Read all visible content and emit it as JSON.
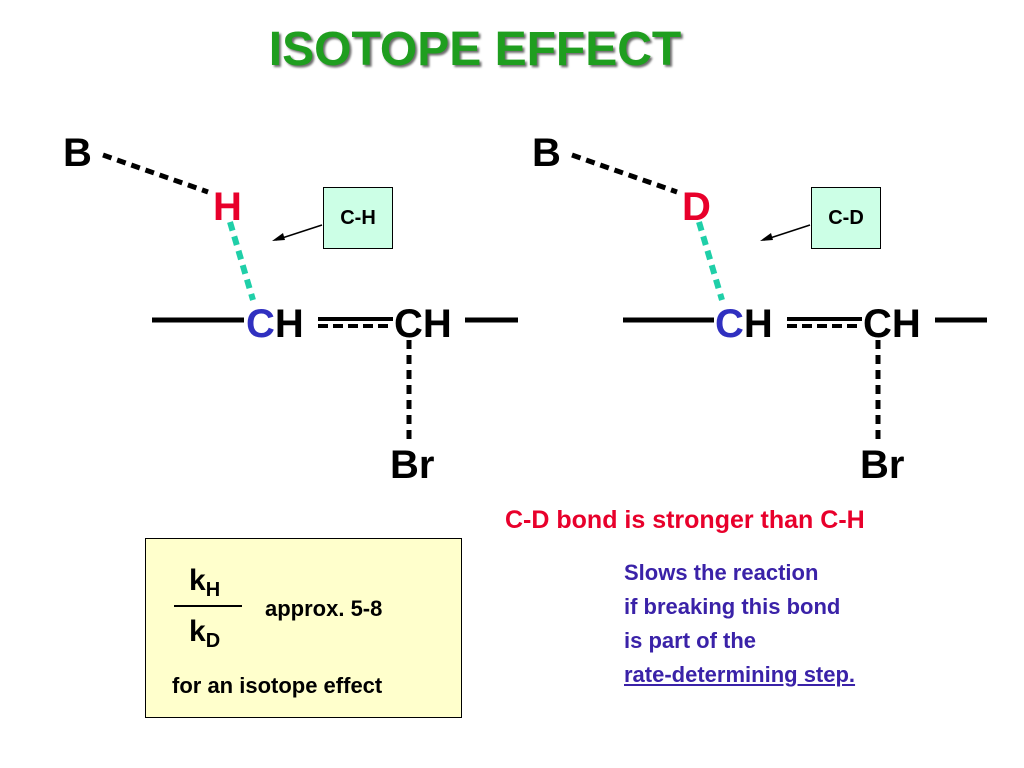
{
  "title": "ISOTOPE EFFECT",
  "left_structure": {
    "base": "B",
    "isotope": "H",
    "bond_tag": "C-H",
    "chain_c": "C",
    "chain_h": "H",
    "chain_ch2": "CH",
    "leaving_group": "Br"
  },
  "right_structure": {
    "base": "B",
    "isotope": "D",
    "bond_tag": "C-D",
    "chain_c": "C",
    "chain_h": "H",
    "chain_ch2": "CH",
    "leaving_group": "Br"
  },
  "stronger_statement": "C-D bond is stronger than C-H",
  "explanation": {
    "line1": "Slows the reaction",
    "line2": "if breaking this bond",
    "line3": "is part of the",
    "line4": "rate-determining step."
  },
  "ratio_box": {
    "numerator": "k",
    "numerator_sub": "H",
    "denominator": "k",
    "denominator_sub": "D",
    "approx": "approx.  5-8",
    "caption": "for an isotope effect"
  },
  "colors": {
    "title": "#1f9e1f",
    "isotope_label": "#e8002b",
    "carbon_label": "#3030c0",
    "breaking_bond": "#1fcfa8",
    "tag_fill": "#ccffe6",
    "ratio_fill": "#ffffcc",
    "explanation_text": "#3a22a8"
  }
}
